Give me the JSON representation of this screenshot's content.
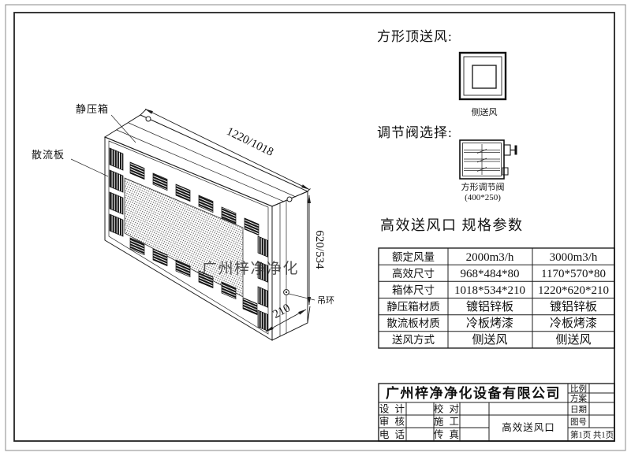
{
  "drawing": {
    "labels": {
      "static_pressure_box": "静压箱",
      "diffuser_plate": "散流板",
      "lifting_ring": "吊环",
      "watermark": "广州梓净净化"
    },
    "dimensions": {
      "length": "1220/1018",
      "height": "620/534",
      "depth": "210"
    }
  },
  "top_supply": {
    "heading": "方形顶送风:",
    "caption": "侧送风"
  },
  "valve": {
    "heading": "调节阀选择:",
    "caption_line1": "方形调节阀",
    "caption_line2": "(400*250)"
  },
  "specs": {
    "heading": "高效送风口  规格参数",
    "rows": [
      {
        "label": "额定风量",
        "col1": "2000m3/h",
        "col2": "3000m3/h"
      },
      {
        "label": "高效尺寸",
        "col1": "968*484*80",
        "col2": "1170*570*80"
      },
      {
        "label": "箱体尺寸",
        "col1": "1018*534*210",
        "col2": "1220*620*210"
      },
      {
        "label": "静压箱材质",
        "col1": "镀铝锌板",
        "col2": "镀铝锌板"
      },
      {
        "label": "散流板材质",
        "col1": "冷板烤漆",
        "col2": "冷板烤漆"
      },
      {
        "label": "送风方式",
        "col1": "侧送风",
        "col2": "侧送风"
      }
    ]
  },
  "title_block": {
    "company": "广州梓净净化设备有限公司",
    "scale_label": "比例",
    "plan_label": "方案",
    "date_label": "日期",
    "drawing_no_label": "图号",
    "page_info": "第1页 共1页",
    "design_label": "设 计",
    "check_label": "校 对",
    "review_label": "审 核",
    "construction_label": "施 工",
    "phone_label": "电 话",
    "fax_label": "传 真",
    "product_name": "高效送风口"
  }
}
